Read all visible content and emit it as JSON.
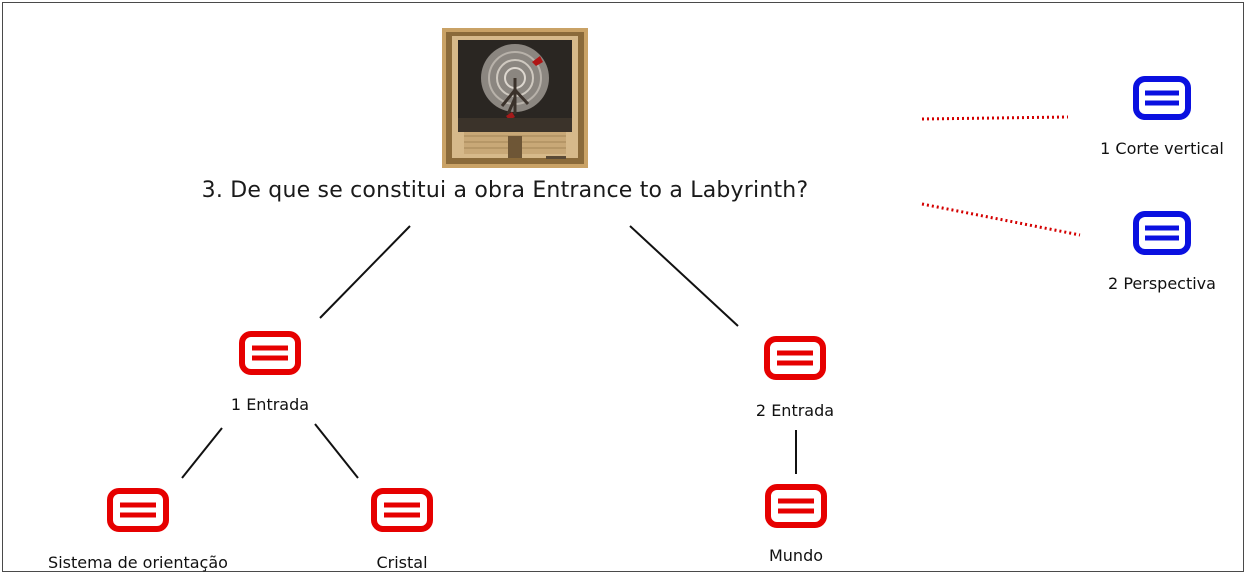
{
  "question": "3. De que se constitui a obra Entrance to a Labyrinth?",
  "colors": {
    "red_node": "#e60000",
    "blue_node": "#0a10e0",
    "connector": "#111111",
    "dotted_link": "#d40000"
  },
  "nodes": {
    "entrada_1": {
      "label": "1 Entrada",
      "icon": "list-icon",
      "color": "red"
    },
    "entrada_2": {
      "label": "2 Entrada",
      "icon": "list-icon",
      "color": "red"
    },
    "sistema": {
      "label": "Sistema de orientação",
      "icon": "list-icon",
      "color": "red"
    },
    "cristal": {
      "label": "Cristal",
      "icon": "list-icon",
      "color": "red"
    },
    "mundo": {
      "label": "Mundo",
      "icon": "list-icon",
      "color": "red"
    },
    "corte": {
      "label": "1 Corte vertical",
      "icon": "list-icon",
      "color": "blue"
    },
    "perspectiva": {
      "label": "2 Perspectiva",
      "icon": "list-icon",
      "color": "blue"
    }
  },
  "image": {
    "subject": "artwork-thumbnail",
    "icon": "image-icon"
  }
}
